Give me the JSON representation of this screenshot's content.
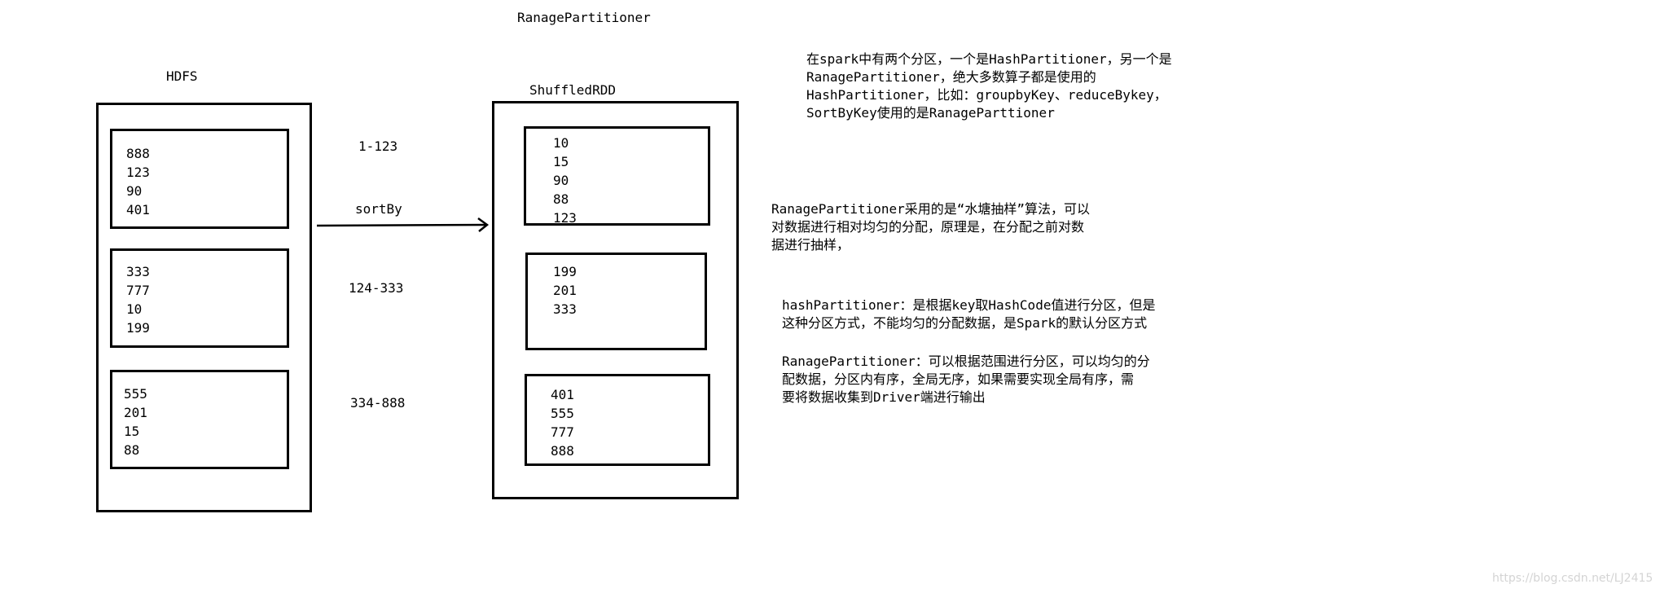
{
  "title": "RanagePartitioner",
  "hdfs": {
    "label": "HDFS",
    "partitions": [
      [
        "888",
        "123",
        "90",
        "401"
      ],
      [
        "333",
        "777",
        "10",
        "199"
      ],
      [
        "555",
        "201",
        "15",
        "88"
      ]
    ]
  },
  "shuffled": {
    "label": "ShuffledRDD",
    "partitions": [
      [
        "10",
        "15",
        "90",
        "88",
        "123"
      ],
      [
        "199",
        "201",
        "333"
      ],
      [
        "401",
        "555",
        "777",
        "888"
      ]
    ]
  },
  "ranges": [
    "1-123",
    "124-333",
    "334-888"
  ],
  "arrow_label": "sortBy",
  "notes": {
    "intro": [
      "在spark中有两个分区，一个是HashPartitioner，另一个是",
      "RanagePartitioner，绝大多数算子都是使用的",
      "HashPartitioner，比如：groupbyKey、reduceBykey，",
      "SortByKey使用的是RanageParttioner"
    ],
    "sampling": [
      "RanagePartitioner采用的是“水塘抽样”算法，可以",
      "对数据进行相对均匀的分配，原理是，在分配之前对数",
      "据进行抽样，"
    ],
    "hash": [
      "hashPartitioner：是根据key取HashCode值进行分区，但是",
      "这种分区方式，不能均匀的分配数据，是Spark的默认分区方式"
    ],
    "range": [
      "RanagePartitioner：可以根据范围进行分区，可以均匀的分",
      "配数据，分区内有序，全局无序，如果需要实现全局有序，需",
      "要将数据收集到Driver端进行输出"
    ]
  },
  "watermark": "https://blog.csdn.net/LJ2415"
}
